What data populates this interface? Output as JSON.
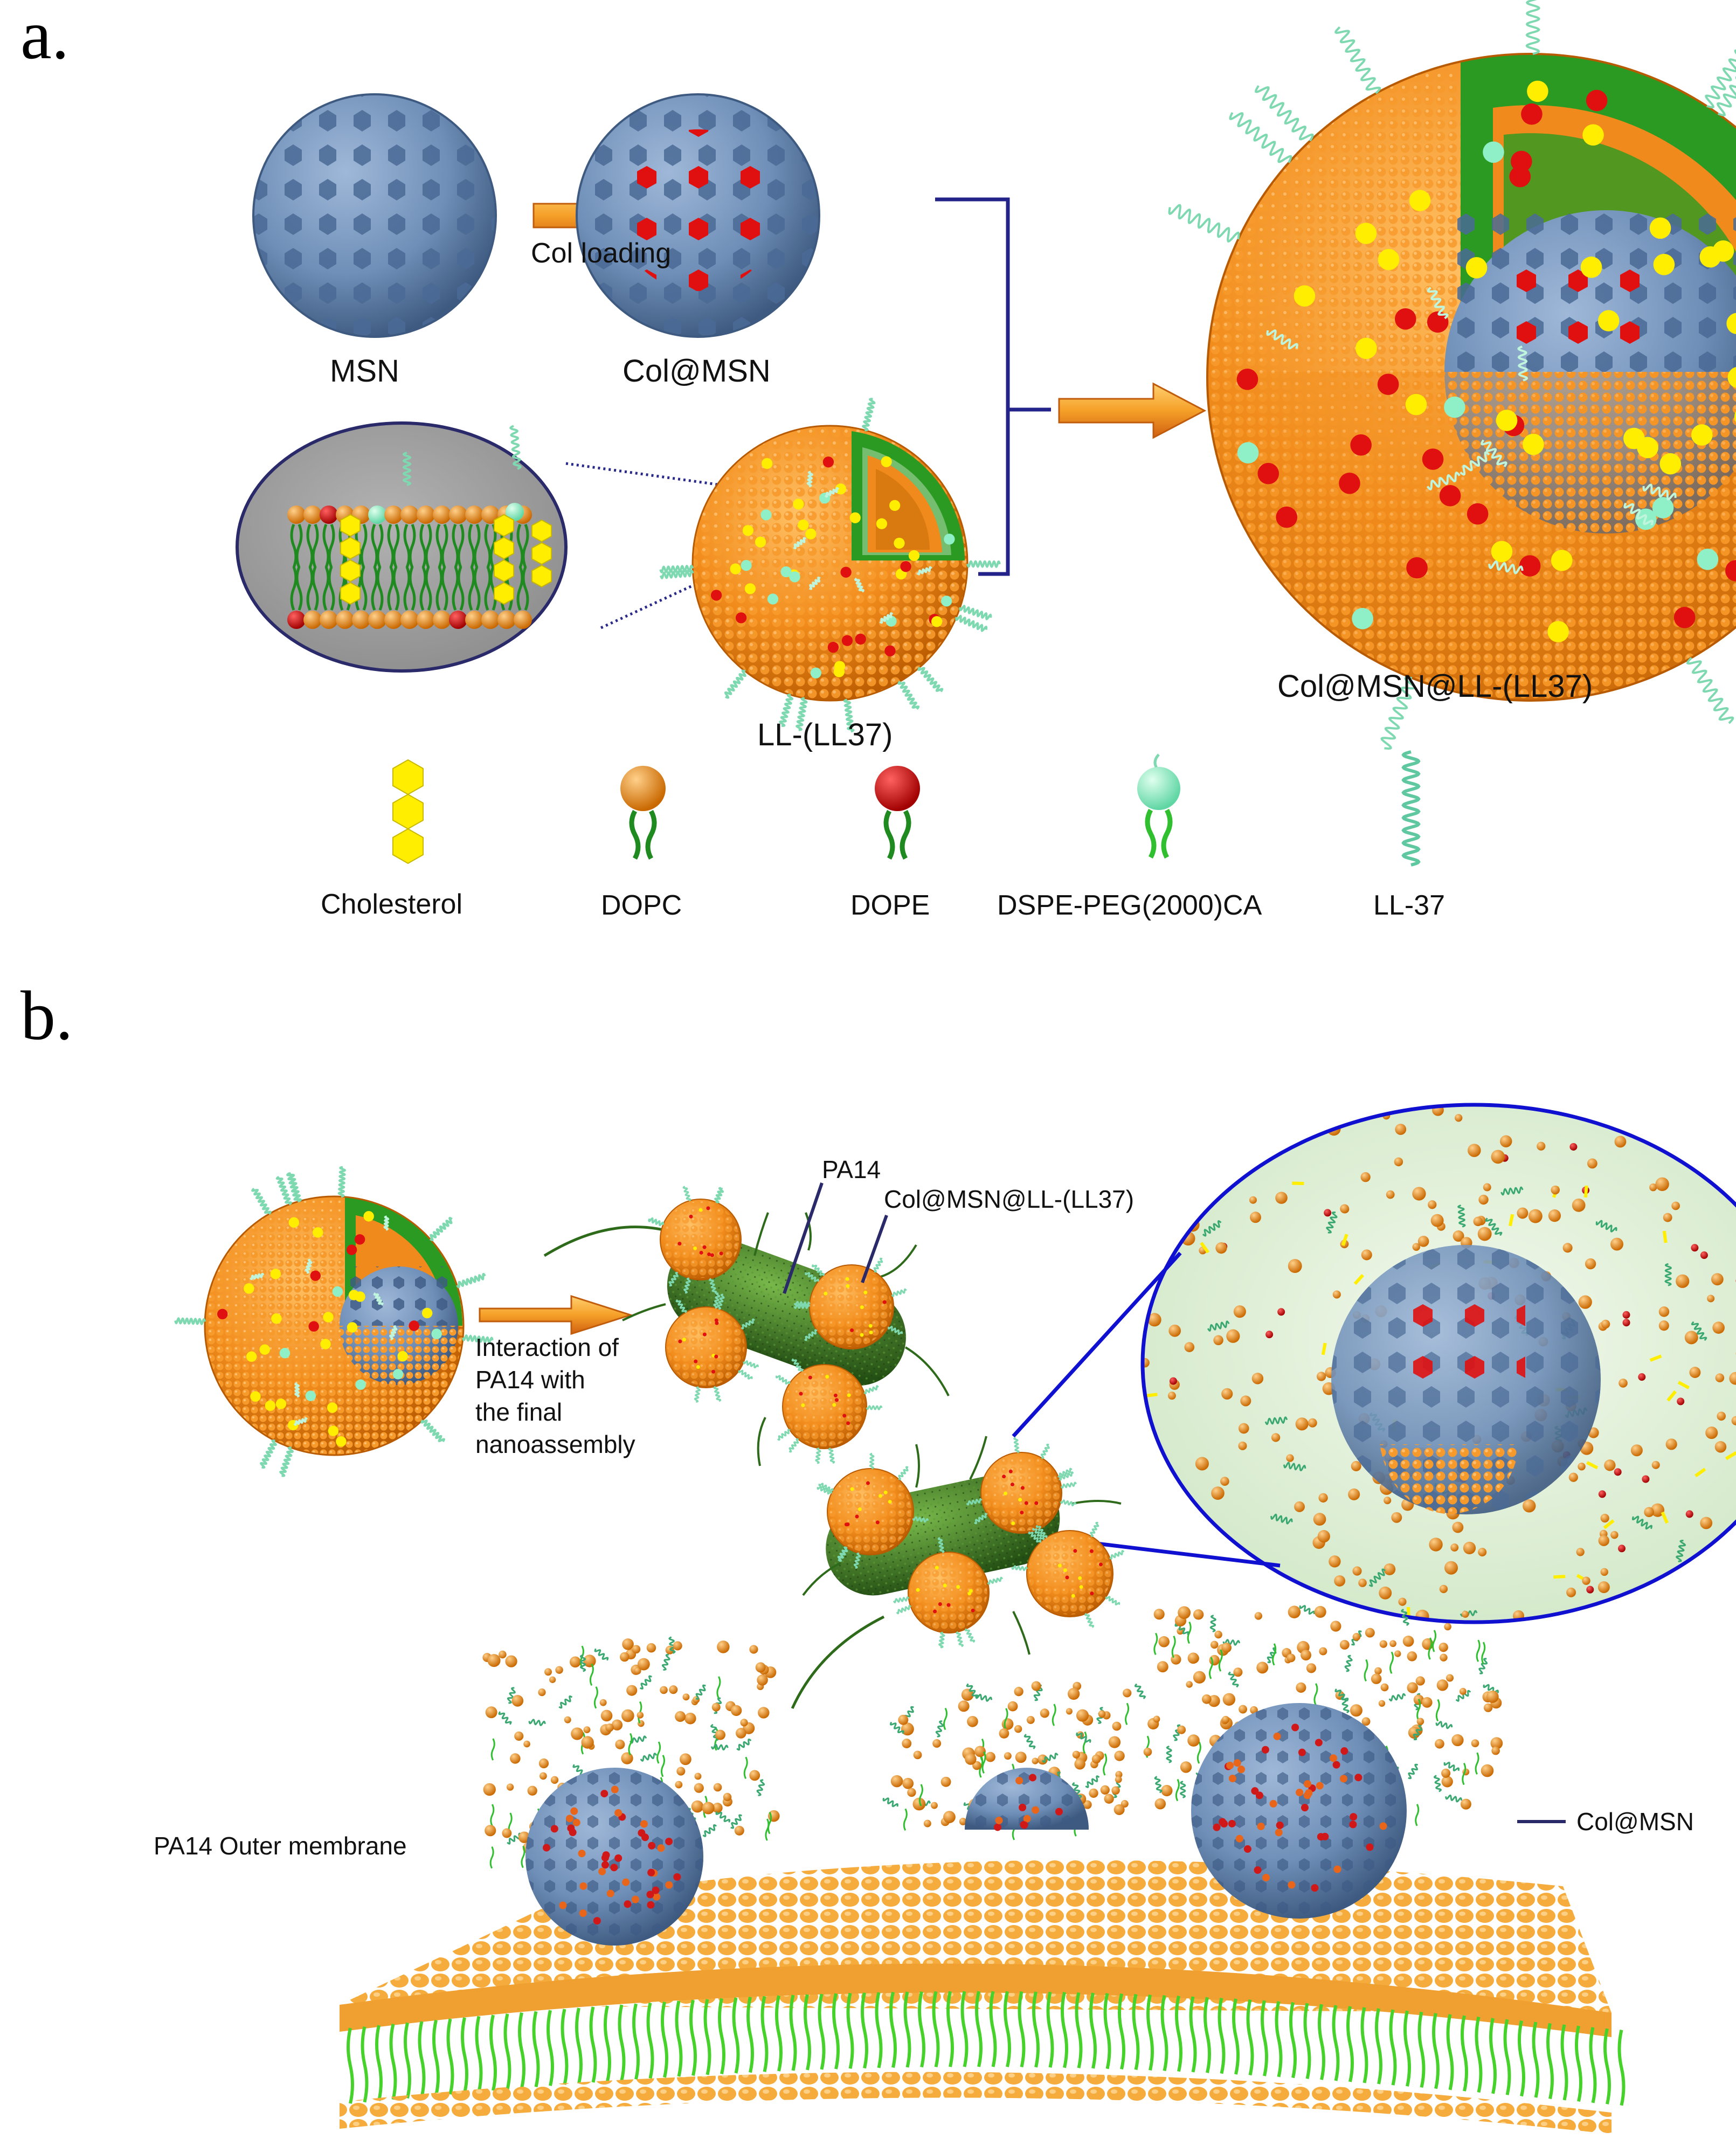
{
  "panel_a": {
    "letter": "a.",
    "msn_label": "MSN",
    "arrow_label": "Col loading",
    "colmsn_label": "Col@MSN",
    "liposome_label": "LL-(LL37)",
    "final_label": "Col@MSN@LL-(LL37)",
    "legend": [
      {
        "icon": "cholesterol-icon",
        "label": "Cholesterol"
      },
      {
        "icon": "dopc-icon",
        "label": "DOPC"
      },
      {
        "icon": "dope-icon",
        "label": "DOPE"
      },
      {
        "icon": "dspe-peg-icon",
        "label": "DSPE-PEG(2000)CA"
      },
      {
        "icon": "ll37-helix-icon",
        "label": "LL-37"
      }
    ]
  },
  "panel_b": {
    "letter": "b.",
    "pa14_label": "PA14",
    "nanoassembly_label": "Col@MSN@LL-(LL37)",
    "interaction_lines": [
      "Interaction of",
      "PA14 with",
      "the final",
      "nanoassembly"
    ],
    "membrane_label": "PA14 Outer membrane",
    "colmsn_label": "Col@MSN"
  },
  "colors": {
    "msn_blue": "#6f8fb8",
    "pore": "#4a6a95",
    "lipid_orange": "#f28c1c",
    "cholesterol_yellow": "#ffee00",
    "dope_red": "#d41010",
    "peg_mint": "#8ff0c8",
    "tail_green": "#1f8a1f",
    "bacterium_green": "#3d7a2a",
    "membrane_orange": "#f5ac3c",
    "membrane_tail": "#46d22a",
    "zoom_blue": "#1010d0"
  }
}
